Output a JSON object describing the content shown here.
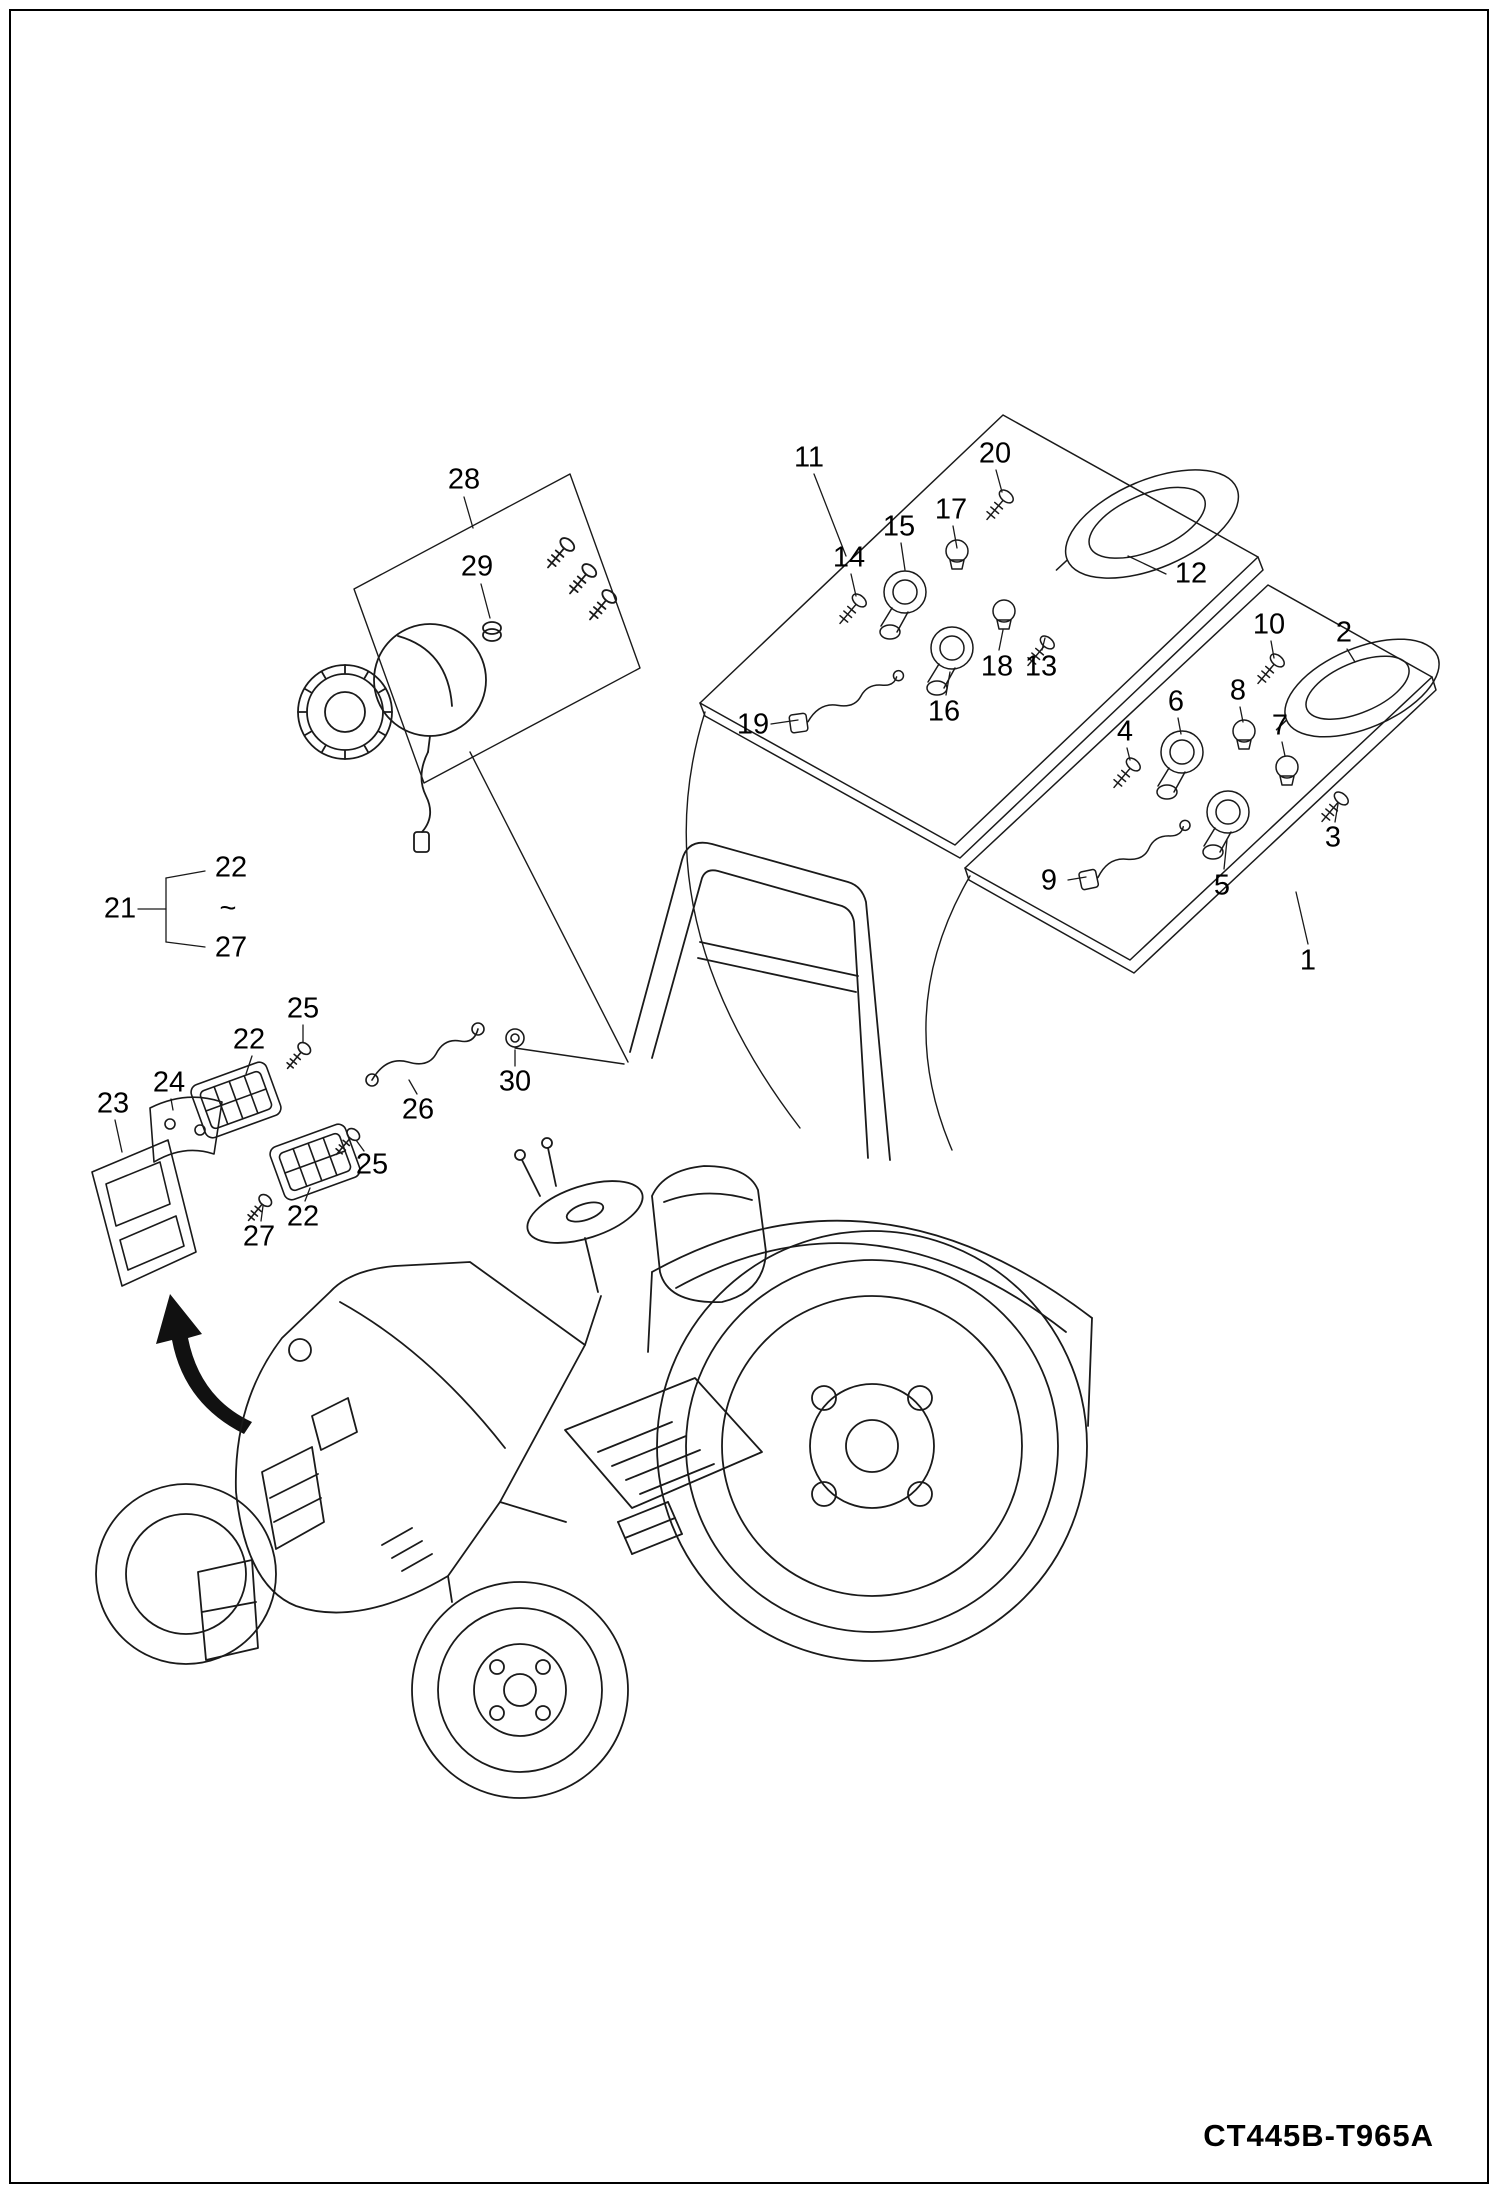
{
  "page": {
    "code": "CT445B-T965A"
  },
  "colors": {
    "background": "#ffffff",
    "line": "#1a1a1a",
    "label_text": "#000000"
  },
  "callouts": [
    {
      "label": "28"
    },
    {
      "label": "29"
    },
    {
      "label": "11"
    },
    {
      "label": "20"
    },
    {
      "label": "17"
    },
    {
      "label": "15"
    },
    {
      "label": "14"
    },
    {
      "label": "12"
    },
    {
      "label": "18"
    },
    {
      "label": "13"
    },
    {
      "label": "16"
    },
    {
      "label": "19"
    },
    {
      "label": "10"
    },
    {
      "label": "2"
    },
    {
      "label": "8"
    },
    {
      "label": "6"
    },
    {
      "label": "7"
    },
    {
      "label": "4"
    },
    {
      "label": "3"
    },
    {
      "label": "5"
    },
    {
      "label": "9"
    },
    {
      "label": "1"
    },
    {
      "label": "21"
    },
    {
      "label": "22"
    },
    {
      "label": "~"
    },
    {
      "label": "27"
    },
    {
      "label": "25"
    },
    {
      "label": "22"
    },
    {
      "label": "26"
    },
    {
      "label": "30"
    },
    {
      "label": "24"
    },
    {
      "label": "23"
    },
    {
      "label": "25"
    },
    {
      "label": "22"
    },
    {
      "label": "27"
    }
  ]
}
